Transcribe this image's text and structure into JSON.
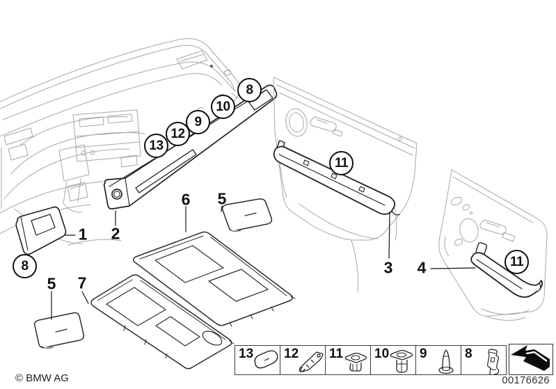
{
  "footer": {
    "copyright": "© BMW AG",
    "document_number": "00176626"
  },
  "callouts": {
    "circled": {
      "dash_8": "8",
      "dash_10": "10",
      "dash_9": "9",
      "dash_12": "12",
      "dash_13": "13",
      "front_door_11": "11",
      "rear_door_11": "11",
      "glovebox_8": "8"
    },
    "plain": {
      "p1": "1",
      "p2": "2",
      "p3": "3",
      "p4": "4",
      "p5_upper": "5",
      "p5_lower": "5",
      "p6": "6",
      "p7": "7"
    }
  },
  "legend": {
    "items": [
      {
        "number": "13",
        "icon": "trim-cap-icon"
      },
      {
        "number": "12",
        "icon": "retaining-clip-icon"
      },
      {
        "number": "11",
        "icon": "push-grommet-icon"
      },
      {
        "number": "10",
        "icon": "expanding-nut-icon"
      },
      {
        "number": "9",
        "icon": "expanding-rivet-icon"
      },
      {
        "number": "8",
        "icon": "spring-clip-icon"
      }
    ],
    "arrow_icon": "direction-arrow-icon"
  },
  "colors": {
    "background": "#ffffff",
    "secondary_line_art": "#a6a6a6",
    "part_outline": "#1f1f1f"
  }
}
